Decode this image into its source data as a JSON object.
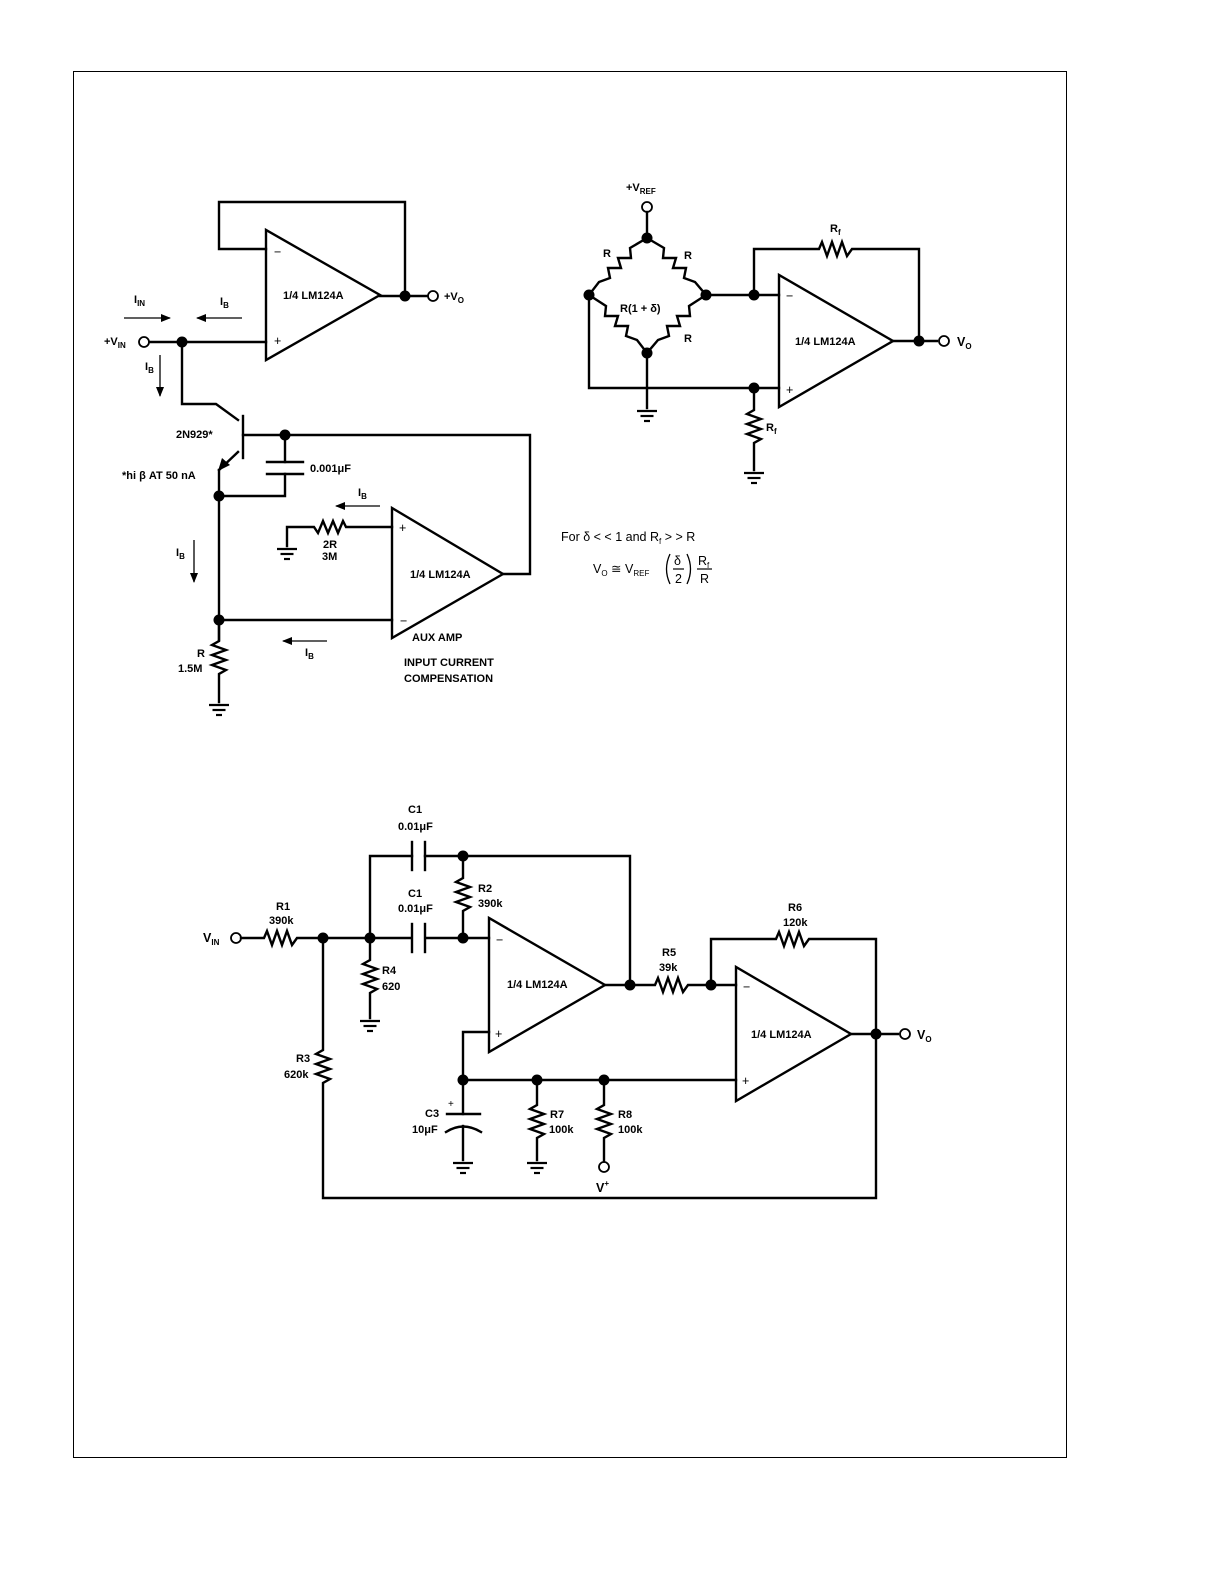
{
  "circuit1": {
    "opamp_main": {
      "label": "1/4 LM124A",
      "minus": "−",
      "plus": "+"
    },
    "output": {
      "prefix": "+V",
      "sub": "O"
    },
    "input": {
      "prefix": "+V",
      "sub": "IN"
    },
    "i_in": {
      "prefix": "I",
      "sub": "IN"
    },
    "ib_top": {
      "prefix": "I",
      "sub": "B"
    },
    "ib_down1": {
      "prefix": "I",
      "sub": "B"
    },
    "transistor": "2N929*",
    "note": "*hi β AT 50 nA",
    "capacitor": "0.001μF",
    "ib_aux": {
      "prefix": "I",
      "sub": "B"
    },
    "r2r": {
      "name": "2R",
      "value": "3M"
    },
    "opamp_aux": {
      "label": "1/4 LM124A",
      "minus": "−",
      "plus": "+"
    },
    "ib_down2": {
      "prefix": "I",
      "sub": "B"
    },
    "ib_bottom": {
      "prefix": "I",
      "sub": "B"
    },
    "r": {
      "name": "R",
      "value": "1.5M"
    },
    "aux_amp": "AUX AMP",
    "compensation_line1": "INPUT CURRENT",
    "compensation_line2": "COMPENSATION"
  },
  "circuit2": {
    "vref": {
      "prefix": "+V",
      "sub": "REF"
    },
    "r_top_left": "R",
    "r_top_right": "R",
    "r_bottom_left": "R(1 + δ)",
    "r_bottom_right": "R",
    "rf_top": {
      "prefix": "R",
      "sub": "f"
    },
    "rf_bottom": {
      "prefix": "R",
      "sub": "f"
    },
    "opamp": {
      "label": "1/4 LM124A",
      "minus": "−",
      "plus": "+"
    },
    "output": {
      "prefix": "V",
      "sub": "O"
    },
    "condition": {
      "text1": "For δ < < 1 and R",
      "sub": "f",
      "text2": " > > R"
    },
    "formula": {
      "vo": "V",
      "vo_sub": "O",
      "approx": " ≅ V",
      "vref_sub": "REF",
      "num": "δ",
      "den": "2",
      "rf": "R",
      "rf_sub": "f",
      "r": "R"
    }
  },
  "circuit3": {
    "input": {
      "prefix": "V",
      "sub": "IN"
    },
    "r1": {
      "name": "R1",
      "value": "390k"
    },
    "c1_top": {
      "name": "C1",
      "value": "0.01μF"
    },
    "c1_mid": {
      "name": "C1",
      "value": "0.01μF"
    },
    "r2": {
      "name": "R2",
      "value": "390k"
    },
    "r4": {
      "name": "R4",
      "value": "620"
    },
    "r3": {
      "name": "R3",
      "value": "620k"
    },
    "opamp1": {
      "label": "1/4 LM124A",
      "minus": "−",
      "plus": "+"
    },
    "r5": {
      "name": "R5",
      "value": "39k"
    },
    "r6": {
      "name": "R6",
      "value": "120k"
    },
    "opamp2": {
      "label": "1/4 LM124A",
      "minus": "−",
      "plus": "+"
    },
    "output": {
      "prefix": "V",
      "sub": "O"
    },
    "c3": {
      "name": "C3",
      "value": "10μF",
      "plus": "+"
    },
    "r7": {
      "name": "R7",
      "value": "100k"
    },
    "r8": {
      "name": "R8",
      "value": "100k"
    },
    "vplus": {
      "prefix": "V",
      "sup": "+"
    }
  }
}
